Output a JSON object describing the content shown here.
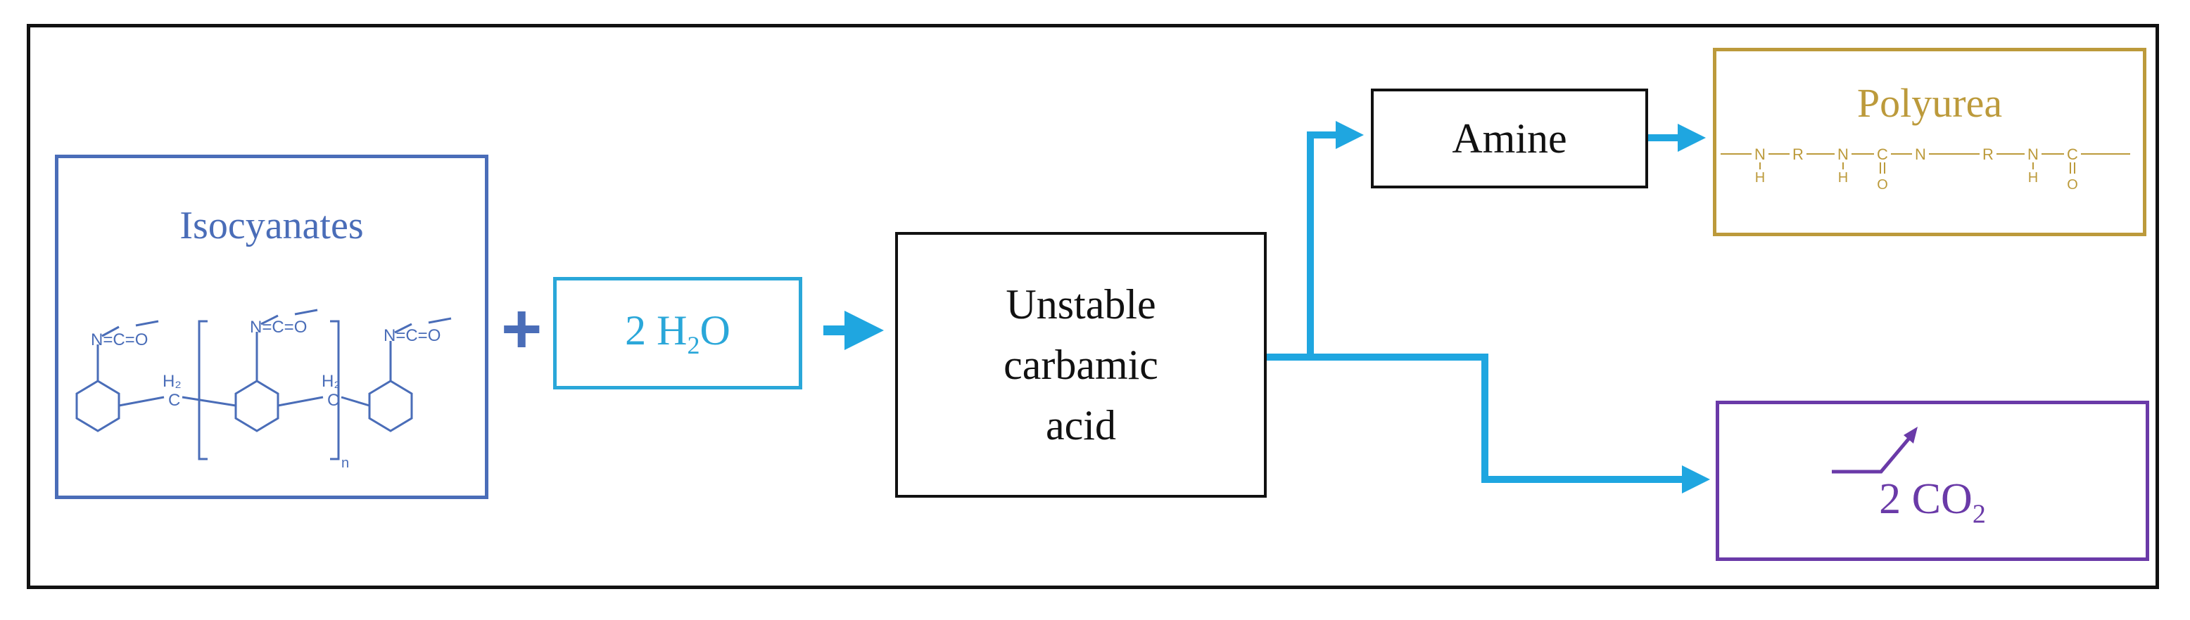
{
  "diagram": {
    "reactant": {
      "title": "Isocyanates",
      "structure_labels": {
        "isocyanate_group": "N=C=O",
        "methylene": "H₂",
        "carbon": "C",
        "repeat_subscript": "n"
      }
    },
    "operator": "+",
    "water": {
      "coefficient": "2 H",
      "subscript": "2",
      "rest": "O"
    },
    "intermediate": {
      "lines": [
        "Unstable",
        "carbamic",
        "acid"
      ]
    },
    "amine": {
      "label": "Amine"
    },
    "polyurea": {
      "title": "Polyurea",
      "chain_atoms": [
        "N",
        "R",
        "N",
        "C",
        "N",
        "R",
        "N",
        "C"
      ],
      "h_label": "H",
      "o_label": "O"
    },
    "co2": {
      "coefficient": "2 CO",
      "subscript": "2"
    }
  },
  "colors": {
    "isocyanate": "#4a6db8",
    "water": "#2aa7d9",
    "arrows": "#1fa6e0",
    "polyurea": "#bc9a3b",
    "co2": "#6a3aa8",
    "outline": "#111111"
  }
}
